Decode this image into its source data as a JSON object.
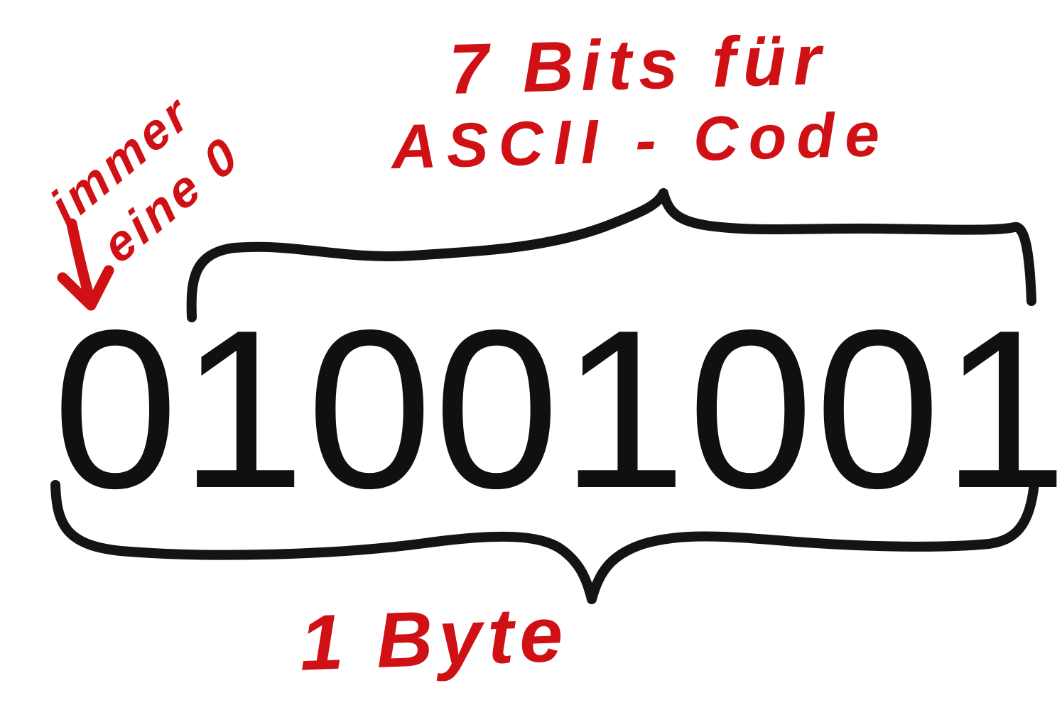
{
  "diagram": {
    "binary_value": "01001001",
    "arrow_note": {
      "line1": "immer",
      "line2": "eine 0"
    },
    "top_label": {
      "line1": "7 Bits für",
      "line2": "ASCII - Code"
    },
    "bottom_label": "1 Byte",
    "colors": {
      "annotation_red": "#cf1115",
      "ink_black": "#141414",
      "background": "#ffffff"
    }
  }
}
